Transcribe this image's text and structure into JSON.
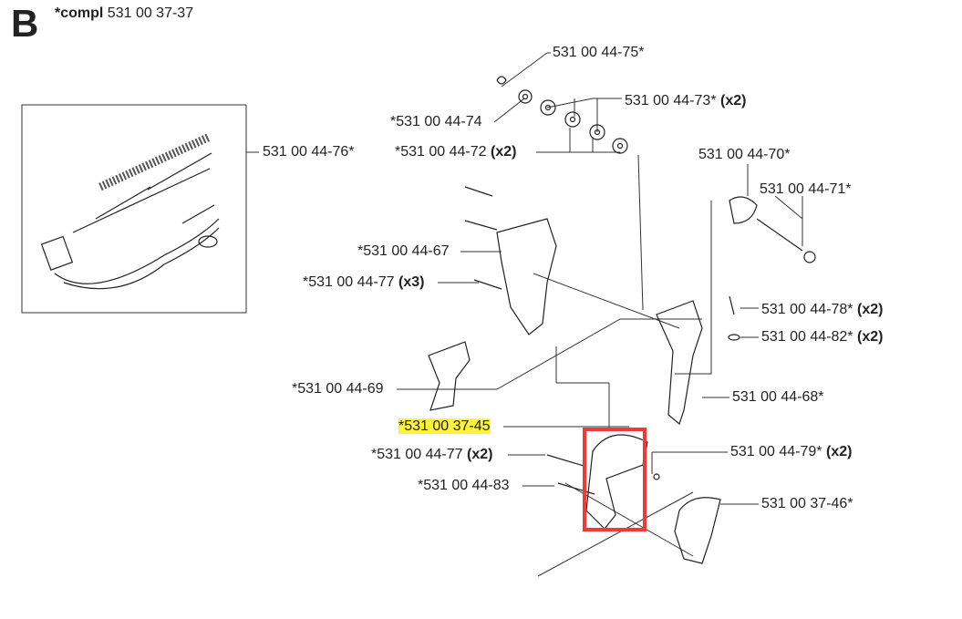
{
  "section_letter": "B",
  "assembly": {
    "prefix": "*compl",
    "number": "531 00 37-37"
  },
  "highlight_color": "#fff23a",
  "selection_box_color": "#ee3b36",
  "parts": [
    {
      "id": "p4475",
      "label": "531 00 44-75*",
      "qty": ""
    },
    {
      "id": "p4473",
      "label": "531 00 44-73*",
      "qty": "(x2)"
    },
    {
      "id": "p4474",
      "label": "*531 00 44-74",
      "qty": ""
    },
    {
      "id": "p4472",
      "label": "*531 00 44-72",
      "qty": "(x2)"
    },
    {
      "id": "p4476",
      "label": "531 00 44-76*",
      "qty": ""
    },
    {
      "id": "p4470",
      "label": "531 00 44-70*",
      "qty": ""
    },
    {
      "id": "p4471",
      "label": "531 00 44-71*",
      "qty": ""
    },
    {
      "id": "p4467",
      "label": "*531 00 44-67",
      "qty": ""
    },
    {
      "id": "p4477a",
      "label": "*531 00 44-77",
      "qty": "(x3)"
    },
    {
      "id": "p4478",
      "label": "531 00 44-78*",
      "qty": "(x2)"
    },
    {
      "id": "p4482",
      "label": "531 00 44-82*",
      "qty": "(x2)"
    },
    {
      "id": "p4469",
      "label": "*531 00 44-69",
      "qty": ""
    },
    {
      "id": "p4468",
      "label": "531 00 44-68*",
      "qty": ""
    },
    {
      "id": "p3745",
      "label": "*531 00 37-45",
      "qty": "",
      "highlighted": true
    },
    {
      "id": "p4477b",
      "label": "*531 00 44-77",
      "qty": "(x2)"
    },
    {
      "id": "p4479",
      "label": "531 00 44-79*",
      "qty": "(x2)"
    },
    {
      "id": "p4483",
      "label": "*531 00 44-83",
      "qty": ""
    },
    {
      "id": "p3746",
      "label": "531 00 37-46*",
      "qty": ""
    }
  ]
}
